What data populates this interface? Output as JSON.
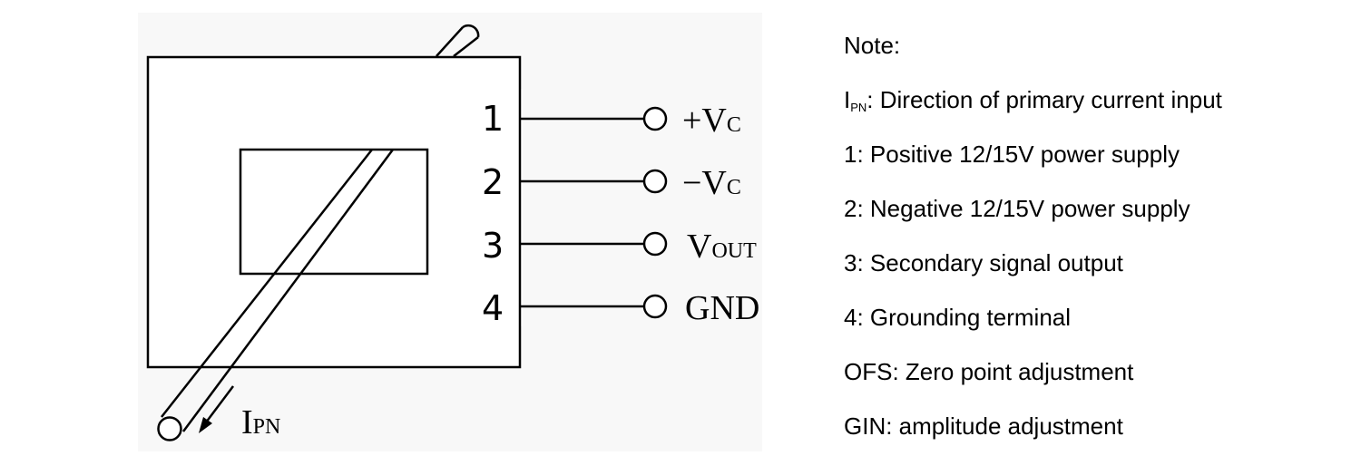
{
  "pins": [
    {
      "number": "1",
      "label_main": "+V",
      "label_sub": "C"
    },
    {
      "number": "2",
      "label_main": "−V",
      "label_sub": "C"
    },
    {
      "number": "3",
      "label_main": "V",
      "label_sub": "OUT"
    },
    {
      "number": "4",
      "label_main": "GND",
      "label_sub": ""
    }
  ],
  "current_arrow": {
    "main": "I",
    "sub": "PN"
  },
  "notes": {
    "header": "Note:",
    "ipn_main": "I",
    "ipn_sub": "PN",
    "ipn_text": ": Direction of primary current input",
    "lines": [
      "1: Positive 12/15V power supply",
      "2: Negative 12/15V power supply",
      "3: Secondary signal output",
      "4: Grounding terminal",
      "OFS: Zero point adjustment",
      "GIN: amplitude adjustment"
    ]
  },
  "colors": {
    "line": "#000000",
    "background": "#ffffff",
    "panel_shade": "#f7f7f7"
  }
}
